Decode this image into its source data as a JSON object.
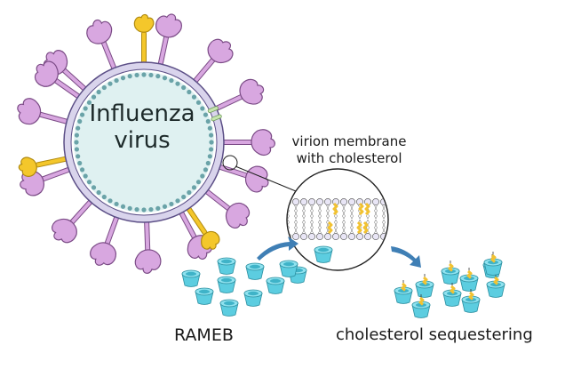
{
  "diagram": {
    "virus": {
      "title_line1": "Influenza",
      "title_line2": "virus",
      "colors": {
        "interior": "#dff1f1",
        "matrix_beads": "#6aa3a8",
        "envelope": "#d9d4ec",
        "envelope_outline": "#5b4e86",
        "hemagglutinin": "#d8a7e0",
        "hemagglutinin_outline": "#7b4b86",
        "neuraminidase": "#f4c72b",
        "m2_channel": "#c8e6b0"
      },
      "spike_counts": {
        "purple": 15,
        "yellow": 3,
        "green_channel": 1
      }
    },
    "membrane_zoom": {
      "label_line1": "virion membrane",
      "label_line2": "with cholesterol",
      "colors": {
        "head": "#e9e6f6",
        "cholesterol": "#f2c230"
      }
    },
    "rameb": {
      "label": "RAMEB",
      "count": 10,
      "color": "#5ccde0"
    },
    "sequestering": {
      "label": "cholesterol sequestering",
      "count": 10
    },
    "arrows": {
      "color": "#3f7fb5"
    }
  }
}
